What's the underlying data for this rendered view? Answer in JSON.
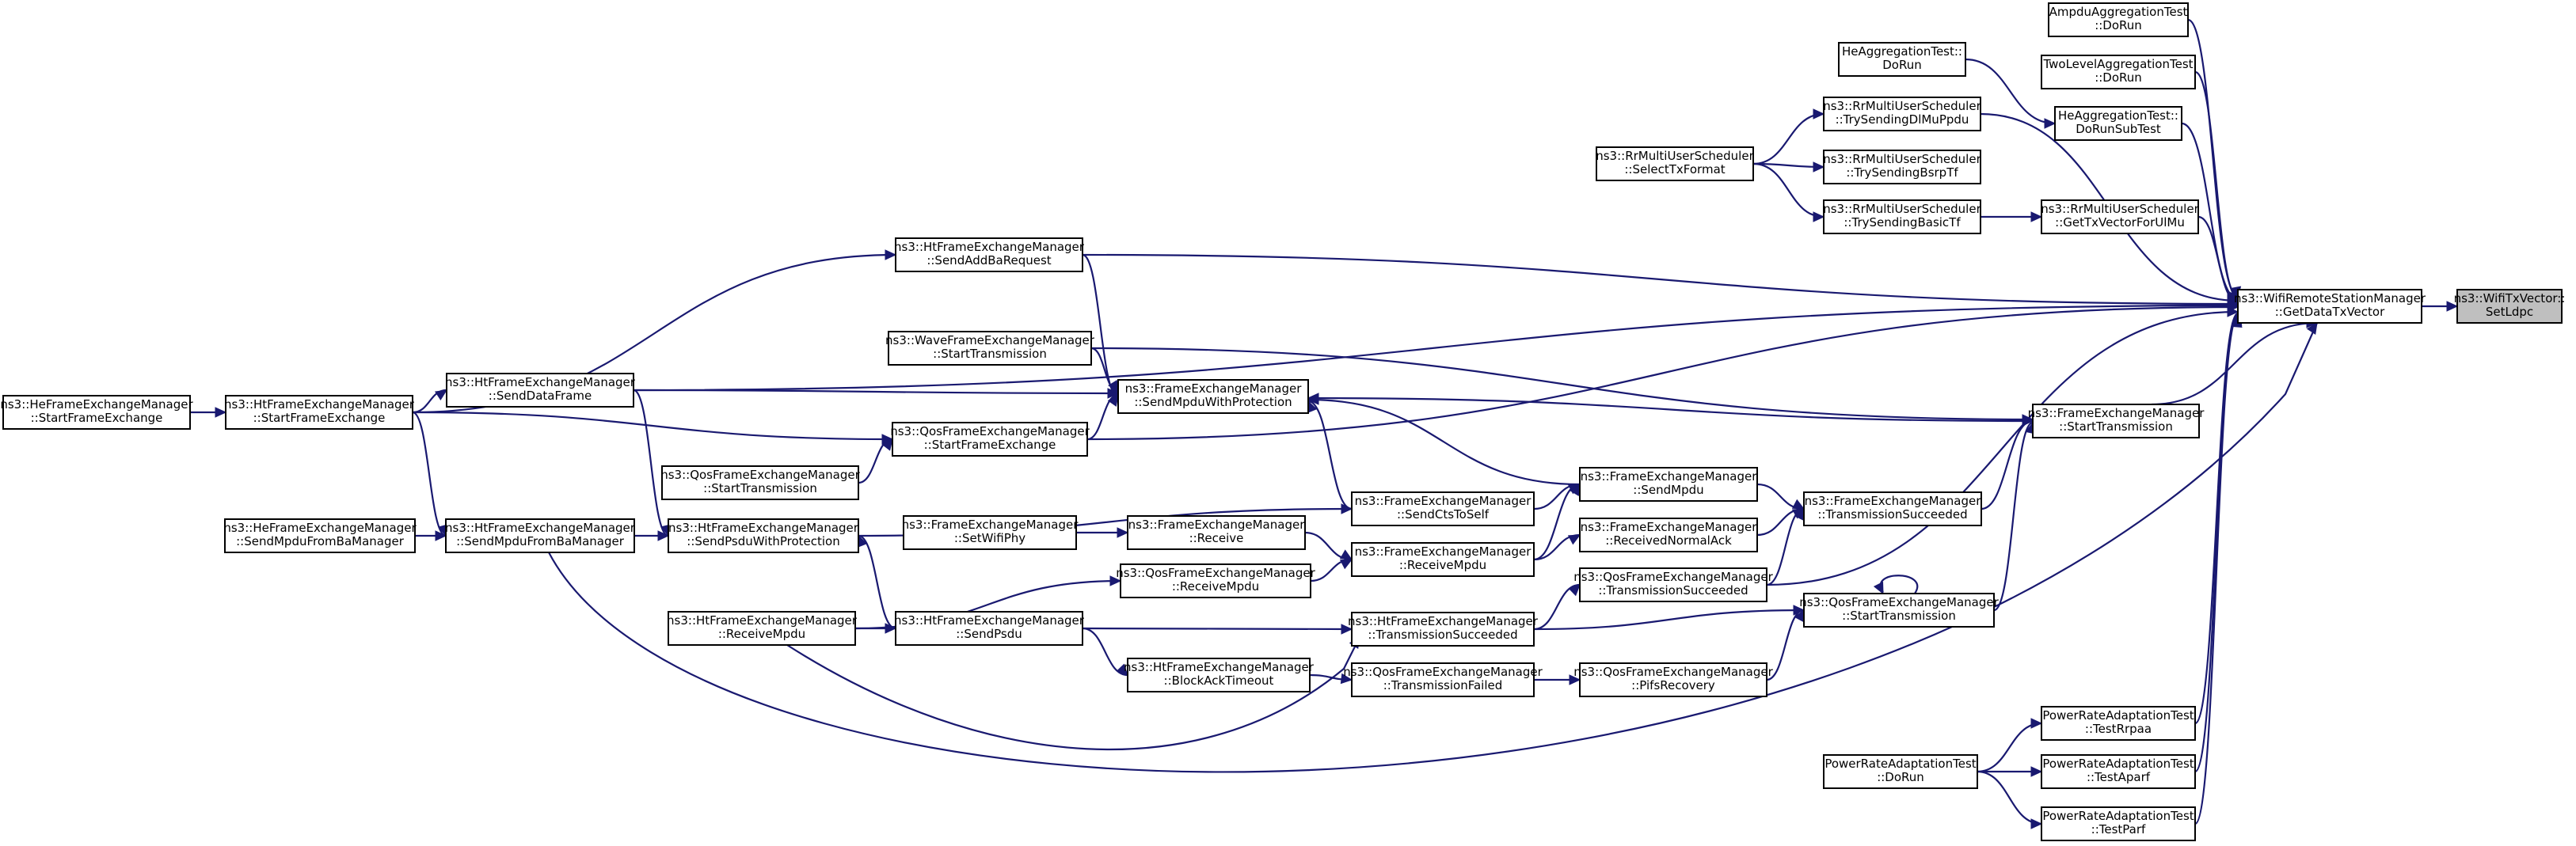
{
  "colors": {
    "edge": "#191970",
    "node_fill": "#ffffff",
    "root_fill": "#bfbfbf",
    "border": "#000000"
  },
  "nodes": {
    "root": [
      "ns3::WifiTxVector::",
      "SetLdpc"
    ],
    "gdtv": [
      "ns3::WifiRemoteStationManager",
      "::GetDataTxVector"
    ],
    "amp": [
      "AmpduAggregationTest",
      "::DoRun"
    ],
    "two": [
      "TwoLevelAggregationTest",
      "::DoRun"
    ],
    "hedr": [
      "HeAggregationTest::",
      "DoRun"
    ],
    "hedrs": [
      "HeAggregationTest::",
      "DoRunSubTest"
    ],
    "rrdl": [
      "ns3::RrMultiUserScheduler",
      "::TrySendingDlMuPpdu"
    ],
    "rrsel": [
      "ns3::RrMultiUserScheduler",
      "::SelectTxFormat"
    ],
    "rrbsrp": [
      "ns3::RrMultiUserScheduler",
      "::TrySendingBsrpTf"
    ],
    "rrbasic": [
      "ns3::RrMultiUserScheduler",
      "::TrySendingBasicTf"
    ],
    "rrul": [
      "ns3::RrMultiUserScheduler",
      "::GetTxVectorForUlMu"
    ],
    "htaddba": [
      "ns3::HtFrameExchangeManager",
      "::SendAddBaRequest"
    ],
    "wavest": [
      "ns3::WaveFrameExchangeManager",
      "::StartTransmission"
    ],
    "fesmwp": [
      "ns3::FrameExchangeManager",
      "::SendMpduWithProtection"
    ],
    "fest": [
      "ns3::FrameExchangeManager",
      "::StartTransmission"
    ],
    "hefe": [
      "ns3::HeFrameExchangeManager",
      "::StartFrameExchange"
    ],
    "htfe": [
      "ns3::HtFrameExchangeManager",
      "::StartFrameExchange"
    ],
    "htsdf": [
      "ns3::HtFrameExchangeManager",
      "::SendDataFrame"
    ],
    "qossfe": [
      "ns3::QosFrameExchangeManager",
      "::StartFrameExchange"
    ],
    "qosst1": [
      "ns3::QosFrameExchangeManager",
      "::StartTransmission"
    ],
    "fesm": [
      "ns3::FrameExchangeManager",
      "::SendMpdu"
    ],
    "fects": [
      "ns3::FrameExchangeManager",
      "::SendCtsToSelf"
    ],
    "fets": [
      "ns3::FrameExchangeManager",
      "::TransmissionSucceeded"
    ],
    "hesmba": [
      "ns3::HeFrameExchangeManager",
      "::SendMpduFromBaManager"
    ],
    "htsmba": [
      "ns3::HtFrameExchangeManager",
      "::SendMpduFromBaManager"
    ],
    "htspwp": [
      "ns3::HtFrameExchangeManager",
      "::SendPsduWithProtection"
    ],
    "fesetphy": [
      "ns3::FrameExchangeManager",
      "::SetWifiPhy"
    ],
    "ferecv": [
      "ns3::FrameExchangeManager",
      "::Receive"
    ],
    "ferna": [
      "ns3::FrameExchangeManager",
      "::ReceivedNormalAck"
    ],
    "ferm": [
      "ns3::FrameExchangeManager",
      "::ReceiveMpdu"
    ],
    "qosrm": [
      "ns3::QosFrameExchangeManager",
      "::ReceiveMpdu"
    ],
    "qosts": [
      "ns3::QosFrameExchangeManager",
      "::TransmissionSucceeded"
    ],
    "qosst": [
      "ns3::QosFrameExchangeManager",
      "::StartTransmission"
    ],
    "htrm": [
      "ns3::HtFrameExchangeManager",
      "::ReceiveMpdu"
    ],
    "htsp": [
      "ns3::HtFrameExchangeManager",
      "::SendPsdu"
    ],
    "htts": [
      "ns3::HtFrameExchangeManager",
      "::TransmissionSucceeded"
    ],
    "htbat": [
      "ns3::HtFrameExchangeManager",
      "::BlockAckTimeout"
    ],
    "qostf": [
      "ns3::QosFrameExchangeManager",
      "::TransmissionFailed"
    ],
    "qospifs": [
      "ns3::QosFrameExchangeManager",
      "::PifsRecovery"
    ],
    "prarp": [
      "PowerRateAdaptationTest",
      "::TestRrpaa"
    ],
    "prdr": [
      "PowerRateAdaptationTest",
      "::DoRun"
    ],
    "prap": [
      "PowerRateAdaptationTest",
      "::TestAparf"
    ],
    "prpf": [
      "PowerRateAdaptationTest",
      "::TestParf"
    ]
  }
}
